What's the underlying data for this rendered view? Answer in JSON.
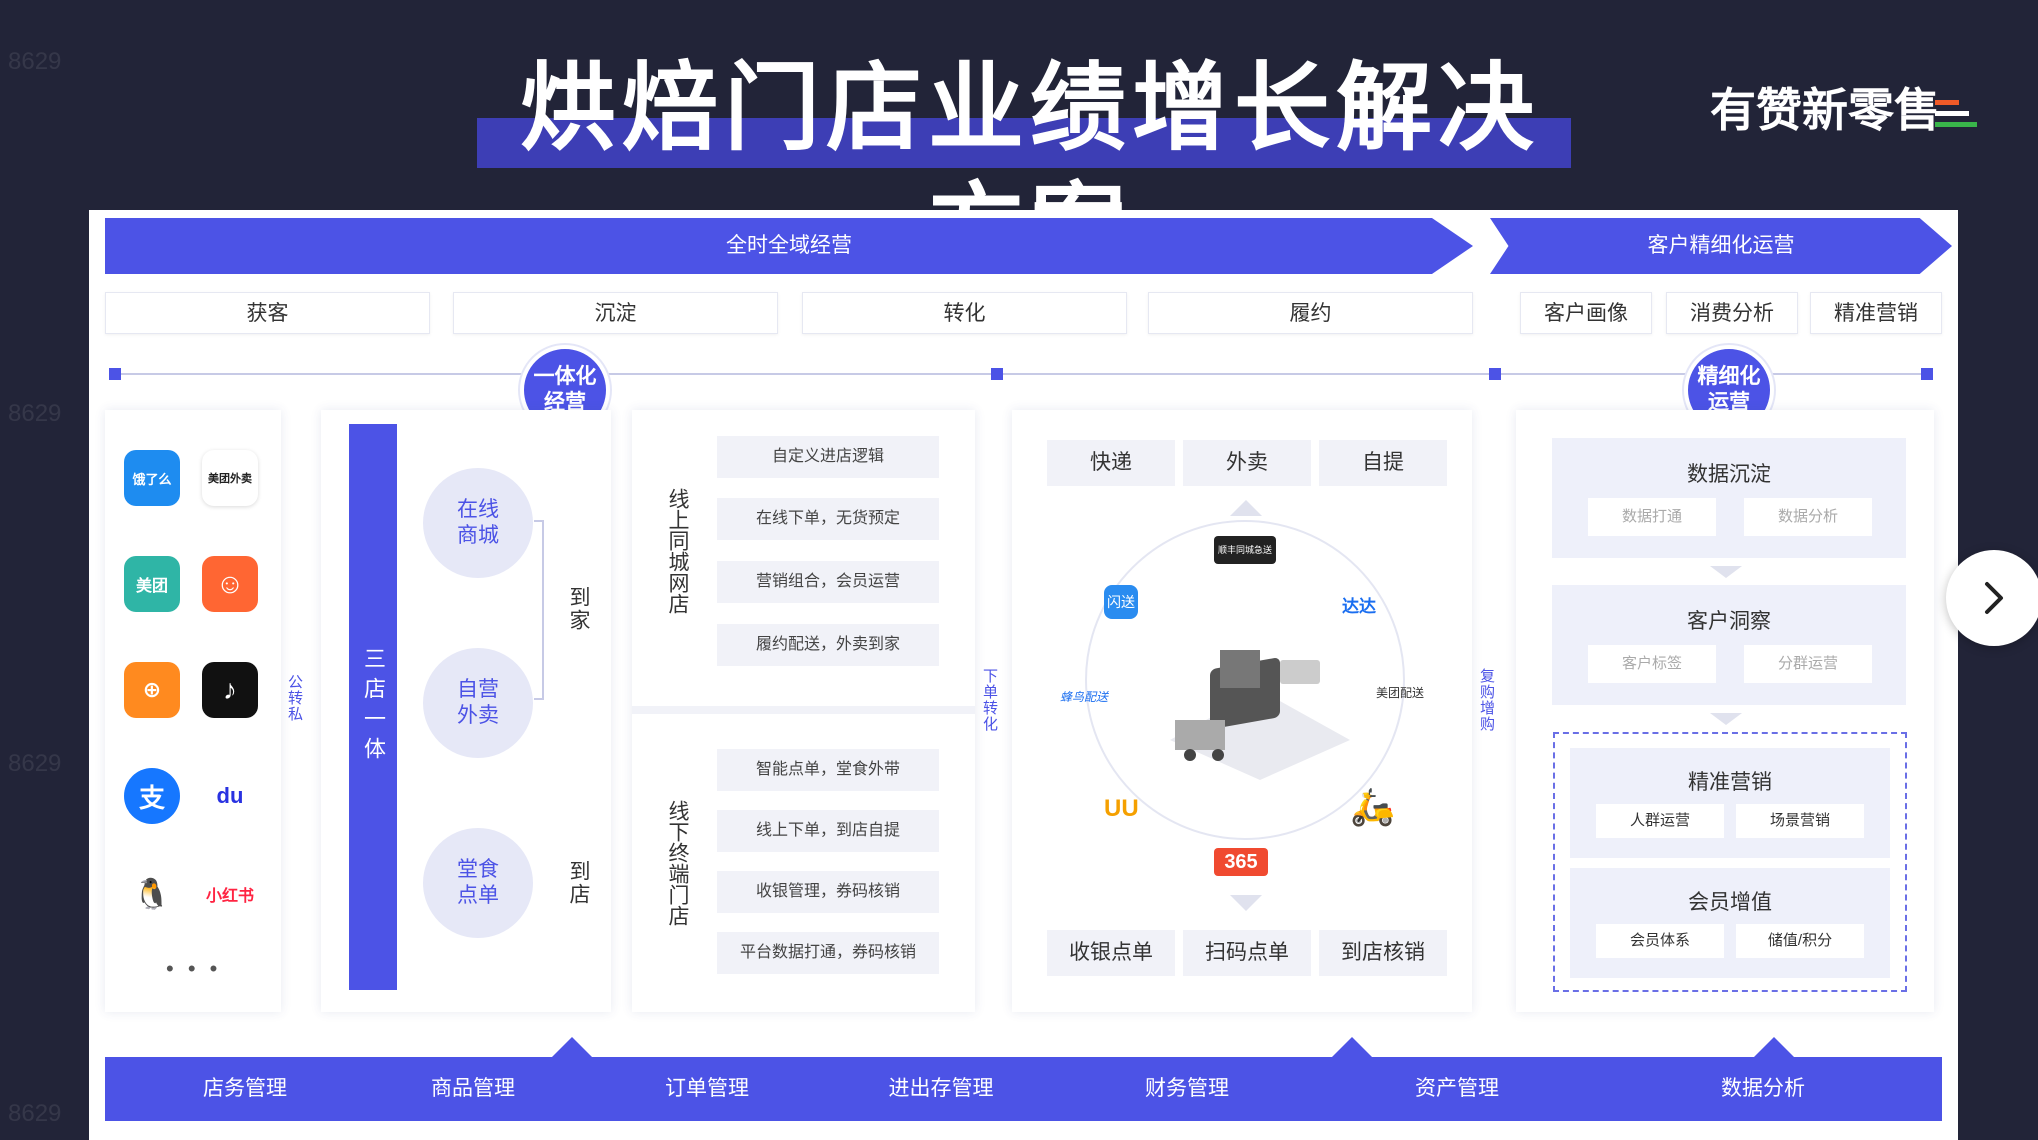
{
  "header": {
    "title": "烘焙门店业绩增长解决方案",
    "brand": "有赞新零售"
  },
  "banners": {
    "left": "全时全域经营",
    "right": "客户精细化运营"
  },
  "stages": [
    "获客",
    "沉淀",
    "转化",
    "履约"
  ],
  "stages_right": [
    "客户画像",
    "消费分析",
    "精准营销"
  ],
  "badges": {
    "integrated": "一体化\n经营",
    "refined": "精细化\n运营"
  },
  "apps": [
    {
      "name": "eleme-icon",
      "label": "饿了么",
      "color": "#1e8cf0"
    },
    {
      "name": "meituan-waimai-icon",
      "label": "美团外卖",
      "color": "#ffd100"
    },
    {
      "name": "meituan-icon",
      "label": "美团",
      "color": "#2fb5a6"
    },
    {
      "name": "dianping-icon",
      "label": "点评",
      "color": "#ff6633"
    },
    {
      "name": "koubei-icon",
      "label": "口碑",
      "color": "#ff8a1f"
    },
    {
      "name": "douyin-icon",
      "label": "抖音",
      "color": "#111111"
    },
    {
      "name": "alipay-icon",
      "label": "支",
      "color": "#1677ff"
    },
    {
      "name": "baidu-icon",
      "label": "du",
      "color": "#2932e1"
    },
    {
      "name": "qq-icon",
      "label": "QQ",
      "color": "#222222"
    },
    {
      "name": "xiaohongshu-icon",
      "label": "小红书",
      "color": "#ff2442"
    }
  ],
  "public_to_private": "公转私",
  "three_store": "三店一体",
  "bubbles": {
    "online_mall": "在线\n商城",
    "own_delivery": "自营\n外卖",
    "dine_in": "堂食\n点单"
  },
  "to_home": "到家",
  "to_store": "到店",
  "online_store": {
    "label": "线上同城网店",
    "features": [
      "自定义进店逻辑",
      "在线下单，无货预定",
      "营销组合，会员运营",
      "履约配送，外卖到家"
    ]
  },
  "offline_store": {
    "label": "线下终端门店",
    "features": [
      "智能点单，堂食外带",
      "线上下单，到店自提",
      "收银管理，券码核销",
      "平台数据打通，券码核销"
    ]
  },
  "order_conversion": "下单转化",
  "repurchase": "复购增购",
  "fulfilment": {
    "top_tabs": [
      "快递",
      "外卖",
      "自提"
    ],
    "bottom_tabs": [
      "收银点单",
      "扫码点单",
      "到店核销"
    ],
    "partners": [
      "顺丰同城急送",
      "达达",
      "美团配送",
      "蜂鸟配送",
      "闪送",
      "UU",
      "365"
    ]
  },
  "operations": [
    {
      "title": "数据沉淀",
      "items": [
        "数据打通",
        "数据分析"
      ]
    },
    {
      "title": "客户洞察",
      "items": [
        "客户标签",
        "分群运营"
      ]
    },
    {
      "title": "精准营销",
      "items": [
        "人群运营",
        "场景营销"
      ]
    },
    {
      "title": "会员增值",
      "items": [
        "会员体系",
        "储值/积分"
      ]
    }
  ],
  "bottom_menu": [
    "店务管理",
    "商品管理",
    "订单管理",
    "进出存管理",
    "财务管理",
    "资产管理",
    "数据分析"
  ],
  "colors": {
    "accent": "#4c53e6",
    "background": "#222438"
  }
}
